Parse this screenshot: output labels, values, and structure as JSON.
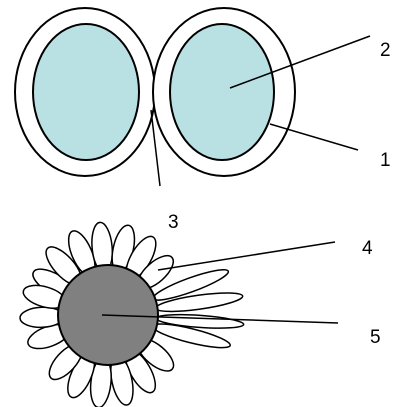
{
  "labels": {
    "l1": "1",
    "l2": "2",
    "l3": "3",
    "l4": "4",
    "l5": "5"
  },
  "colors": {
    "inner_cell_fill": "#b9e0e3",
    "outer_wall_fill": "#ffffff",
    "nucleus_fill": "#808080",
    "petal_fill": "#ffffff",
    "stroke": "#000000"
  }
}
